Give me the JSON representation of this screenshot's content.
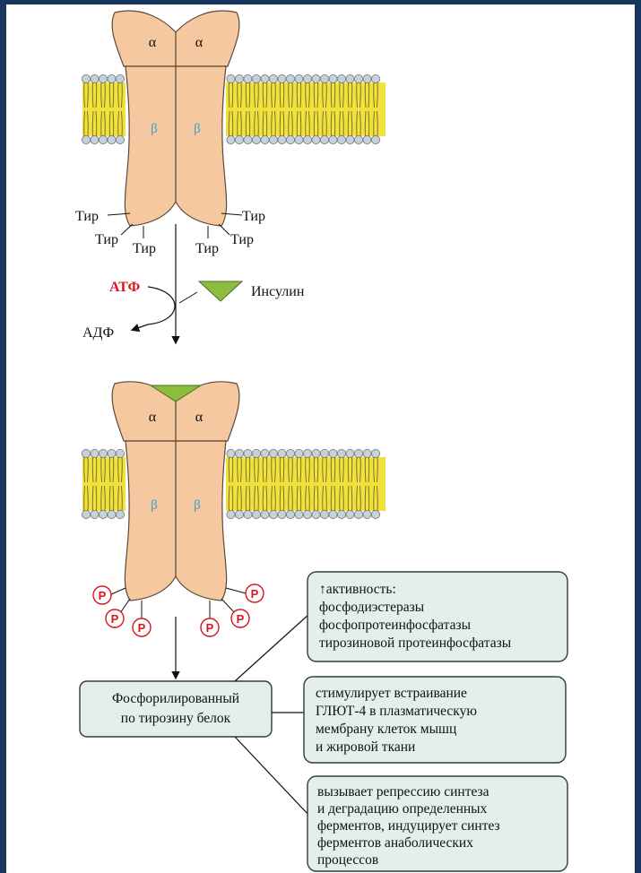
{
  "colors": {
    "receptor": "#f6c8a0",
    "receptor_stroke": "#5a4a3a",
    "membrane_head": "#c7d1d8",
    "membrane_tail": "#f2e13c",
    "insulin": "#8cbd3f",
    "box_fill": "#e3efe8",
    "box_stroke": "#2f3e38",
    "atp_red": "#d8141c",
    "beta_blue": "#3aa0c8",
    "frame": "#16365f"
  },
  "top_receptor": {
    "alpha_left": "α",
    "alpha_right": "α",
    "beta_left": "β",
    "beta_right": "β",
    "tyr_labels": [
      "Тир",
      "Тир",
      "Тир",
      "Тир",
      "Тир",
      "Тир"
    ]
  },
  "reaction": {
    "atp": "АТФ",
    "adp": "АДФ",
    "insulin": "Инсулин"
  },
  "bottom_receptor": {
    "alpha_left": "α",
    "alpha_right": "α",
    "beta_left": "β",
    "beta_right": "β",
    "phospho_labels": [
      "P",
      "P",
      "P",
      "P",
      "P",
      "P"
    ]
  },
  "product": {
    "line1": "Фосфорилированный",
    "line2": "по тирозину белок"
  },
  "effects": [
    {
      "lines": [
        "↑активность:",
        "фосфодиэстеразы",
        "фосфопротеинфосфатазы",
        "тирозиновой протеинфосфатазы"
      ]
    },
    {
      "lines": [
        "стимулирует встраивание",
        "ГЛЮТ-4 в плазматическую",
        "мембрану клеток мышц",
        "и жировой ткани"
      ]
    },
    {
      "lines": [
        "вызывает репрессию синтеза",
        "и деградацию определенных",
        "ферментов, индуцирует синтез",
        "ферментов анаболических",
        "процессов"
      ]
    }
  ]
}
